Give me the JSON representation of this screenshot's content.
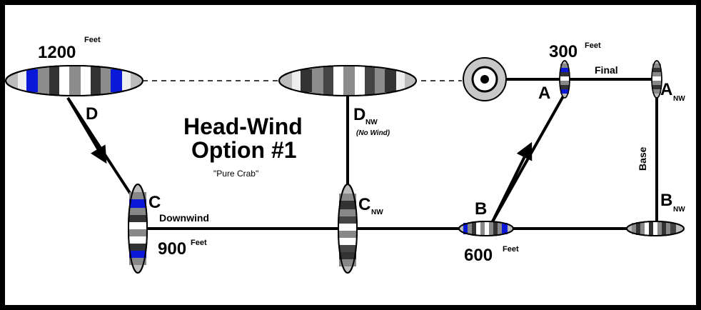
{
  "title": {
    "line1": "Head-Wind",
    "line2": "Option #1",
    "subtitle": "\"Pure Crab\""
  },
  "altitudes": {
    "a1200": "1200",
    "a900": "900",
    "a600": "600",
    "a300": "300",
    "unit": "Feet"
  },
  "points": {
    "D": "D",
    "D_nw_main": "D",
    "D_nw_sub": "NW",
    "no_wind": "(No Wind)",
    "C": "C",
    "C_nw_main": "C",
    "C_nw_sub": "NW",
    "B": "B",
    "B_nw_main": "B",
    "B_nw_sub": "NW",
    "A": "A",
    "A_nw_main": "A",
    "A_nw_sub": "NW"
  },
  "legs": {
    "downwind": "Downwind",
    "base": "Base",
    "final": "Final"
  },
  "colors": {
    "blue": "#0a18d8",
    "dark": "#2a2a2a",
    "mid": "#8c8c8c",
    "light": "#d0d0d0"
  }
}
